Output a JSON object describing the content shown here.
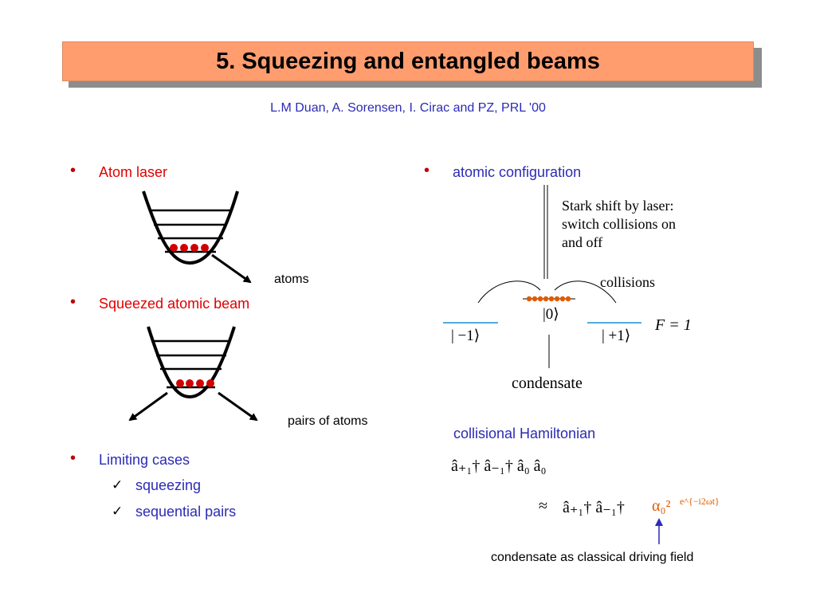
{
  "slide": {
    "title": "5. Squeezing and entangled beams",
    "reference": "L.M Duan, A. Sorensen, I. Cirac and PZ, PRL '00",
    "bullet_glyph": "•",
    "check_glyph": "✓"
  },
  "left": {
    "atom_laser_label": "Atom laser",
    "atoms_label": "atoms",
    "squeezed_beam_label": "Squeezed atomic beam",
    "pairs_label": "pairs of atoms",
    "limiting_cases_label": "Limiting cases",
    "limiting_cases": [
      "squeezing",
      "sequential pairs"
    ]
  },
  "right": {
    "config_label": "atomic configuration",
    "stark_line1": "Stark shift by laser:",
    "stark_line2": "switch collisions on",
    "stark_line3": "and off",
    "collisions_label": "collisions",
    "ket0": "|0⟩",
    "ket_minus1": "| −1⟩",
    "ket_plus1": "| +1⟩",
    "f_label": "F = 1",
    "condensate_label": "condensate",
    "hamiltonian_label": "collisional Hamiltonian",
    "equation1": "â₊₁† â₋₁† â₀ â₀",
    "approx_symbol": "≈",
    "equation2_black": "â₊₁† â₋₁†",
    "equation2_orange": "α₀²",
    "equation2_exp": "e^{−i2ωt}",
    "driving_field_label": "condensate as classical driving field"
  },
  "colors": {
    "title_bg": "#ff9d6f",
    "title_shadow": "#8c8c8c",
    "blue_text": "#2b2bb5",
    "red_text": "#e00000",
    "atom_dot": "#d00000",
    "level_line": "#1a8fd0",
    "condensate_orange": "#e05a00"
  }
}
